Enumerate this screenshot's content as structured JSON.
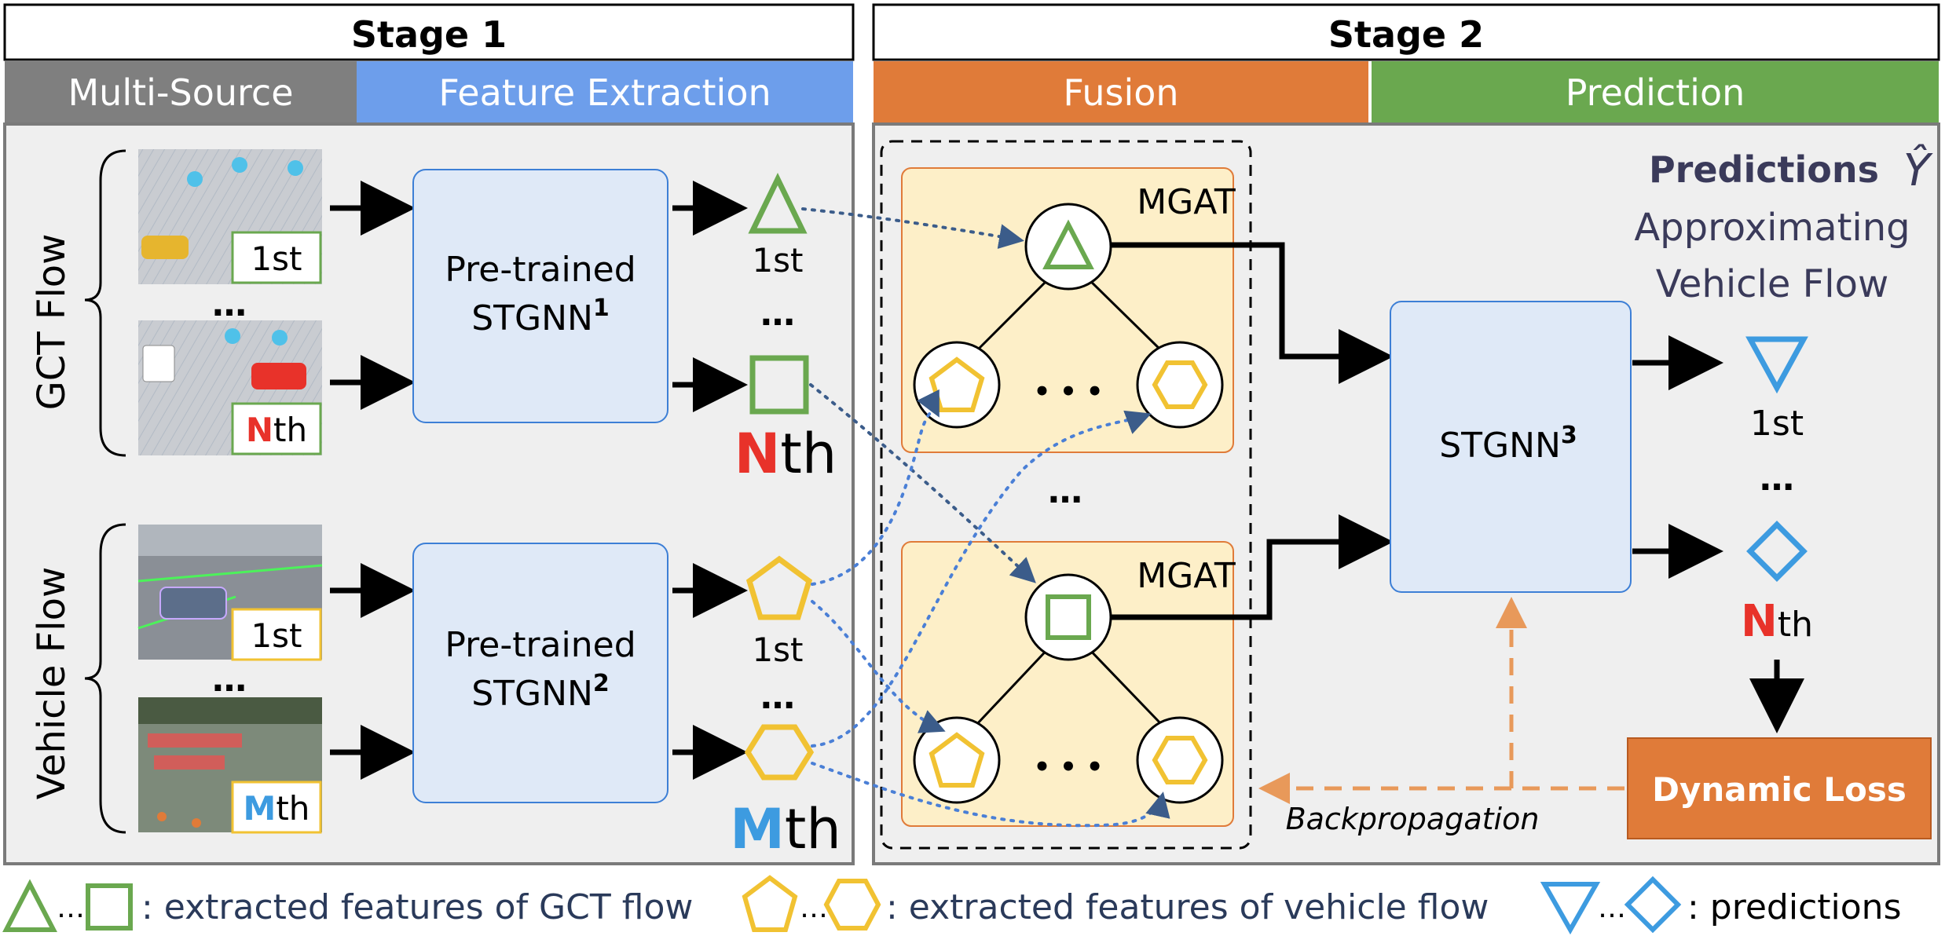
{
  "stage1": {
    "title": "Stage 1",
    "bar_left": "Multi-Source",
    "bar_right": "Feature Extraction",
    "gct_label": "GCT Flow",
    "vehicle_label": "Vehicle Flow",
    "img_gct_1": "1st",
    "img_gct_n_letter": "N",
    "img_gct_n_suffix": "th",
    "img_veh_1": "1st",
    "img_veh_m_letter": "M",
    "img_veh_m_suffix": "th",
    "ellipsis": "…",
    "model1_line1": "Pre-trained",
    "model1_line2": "STGNN",
    "model1_sup": "1",
    "model2_line1": "Pre-trained",
    "model2_line2": "STGNN",
    "model2_sup": "2",
    "out_gct_1": "1st",
    "out_gct_n_letter": "N",
    "out_gct_n_suffix": "th",
    "out_veh_1": "1st",
    "out_veh_m_letter": "M",
    "out_veh_m_suffix": "th"
  },
  "stage2": {
    "title": "Stage 2",
    "bar_left": "Fusion",
    "bar_right": "Prediction",
    "mgat_top": "MGAT",
    "mgat_bottom": "MGAT",
    "dots": "• • •",
    "between_mgat": "…",
    "stgnn3_label": "STGNN",
    "stgnn3_sup": "3",
    "pred_title": "Predictions",
    "pred_symbol": "Ŷ",
    "pred_line2": "Approximating",
    "pred_line3": "Vehicle Flow",
    "pred_1": "1st",
    "pred_ellipsis": "…",
    "pred_n_letter": "N",
    "pred_n_suffix": "th",
    "dynamic_loss": "Dynamic Loss",
    "backprop": "Backpropagation"
  },
  "legend": {
    "gct_sep": "…",
    "gct_text": ": extracted features of GCT flow",
    "veh_sep": "…",
    "veh_text": ": extracted features of vehicle flow",
    "pred_sep": "…",
    "pred_text": ": predictions"
  },
  "colors": {
    "green": "#6aa84f",
    "yellow": "#f1c232",
    "blue": "#3d9be0",
    "red": "#e8322a",
    "orange": "#e07b39",
    "gray_bar": "#7f7f7f",
    "blue_bar": "#6d9eeb",
    "green_bar": "#6aa84f"
  }
}
